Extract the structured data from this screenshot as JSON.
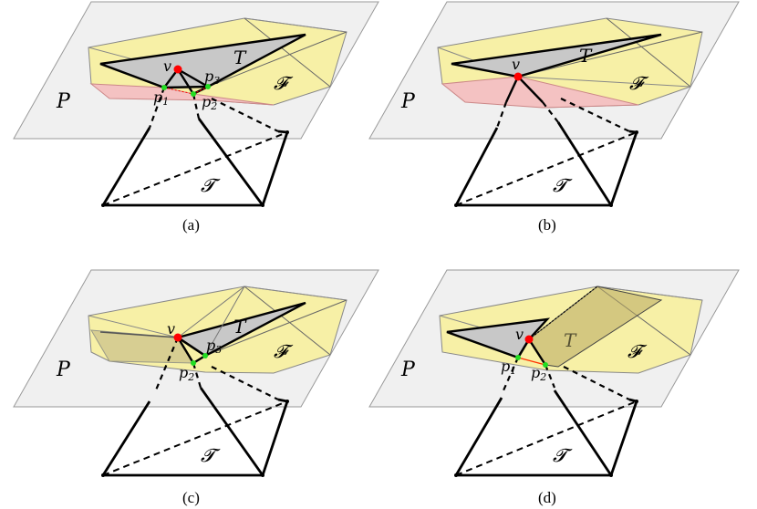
{
  "panels": [
    {
      "caption": "(a)",
      "plane": "P",
      "tri": "T",
      "fan": "𝓕",
      "tet": "𝓣",
      "vertex": "v",
      "p1": "p",
      "p1sub": "1",
      "p2": "p",
      "p2sub": "2",
      "p3": "p",
      "p3sub": "3"
    },
    {
      "caption": "(b)",
      "plane": "P",
      "tri": "T",
      "fan": "𝓕",
      "tet": "𝓣",
      "vertex": "v"
    },
    {
      "caption": "(c)",
      "plane": "P",
      "tri": "T",
      "fan": "𝓕",
      "tet": "𝓣",
      "vertex": "v",
      "p2": "p",
      "p2sub": "2",
      "p3": "p",
      "p3sub": "3"
    },
    {
      "caption": "(d)",
      "plane": "P",
      "tri": "T",
      "fan": "𝓕",
      "tet": "𝓣",
      "vertex": "v",
      "p1": "p",
      "p1sub": "1",
      "p2": "p",
      "p2sub": "2"
    }
  ],
  "colors": {
    "plane": "#f0f0f0",
    "fan": "#f7f0a6",
    "triangle": "#c8c8c8",
    "pink": "#f4c2c2",
    "vertex": "#ff0000",
    "points": "#22dd22"
  }
}
